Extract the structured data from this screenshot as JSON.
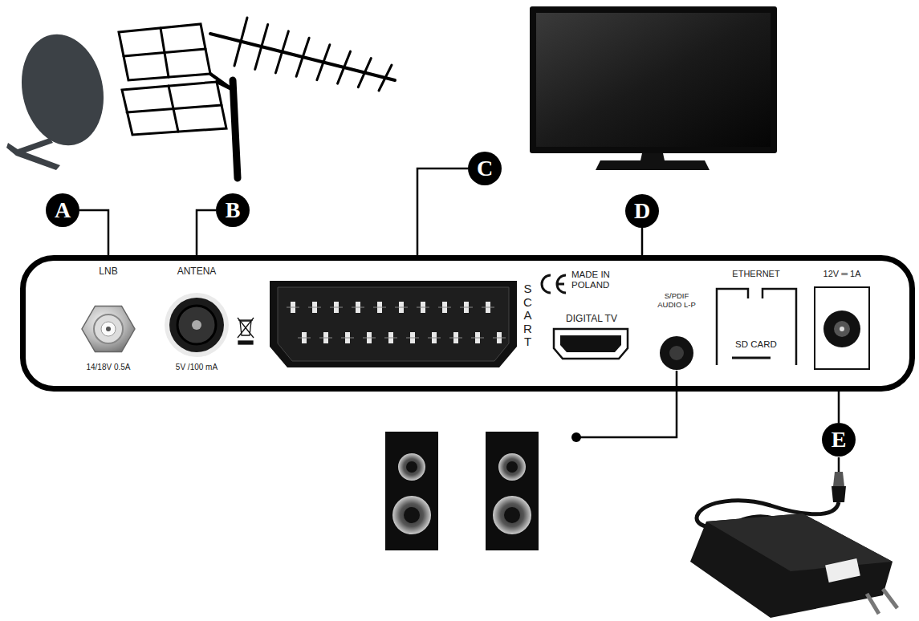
{
  "diagram": {
    "nodes": [
      {
        "text": [
          "A"
        ]
      },
      {
        "text": [
          "B"
        ]
      },
      {
        "text": [
          "C"
        ]
      },
      {
        "text": [
          "D"
        ]
      },
      {
        "text": [
          "LNB",
          "14/18V 0.5A",
          "ANTENA",
          "5V /100 mA",
          "SCART",
          "MADE IN POLAND",
          "DIGITAL TV",
          "S/PDIF AUDIO L-P",
          "ETHERNET",
          "SD CARD",
          "12V ═ 1A"
        ]
      },
      {
        "text": [
          "E"
        ]
      }
    ],
    "edges": [
      {
        "from": 0,
        "to": 4,
        "arrow": "none"
      },
      {
        "from": 1,
        "to": 4,
        "arrow": "none"
      },
      {
        "from": 2,
        "to": 4,
        "arrow": "none"
      },
      {
        "from": 3,
        "to": 4,
        "arrow": "none"
      },
      {
        "from": 5,
        "to": 4,
        "arrow": "none"
      }
    ]
  }
}
